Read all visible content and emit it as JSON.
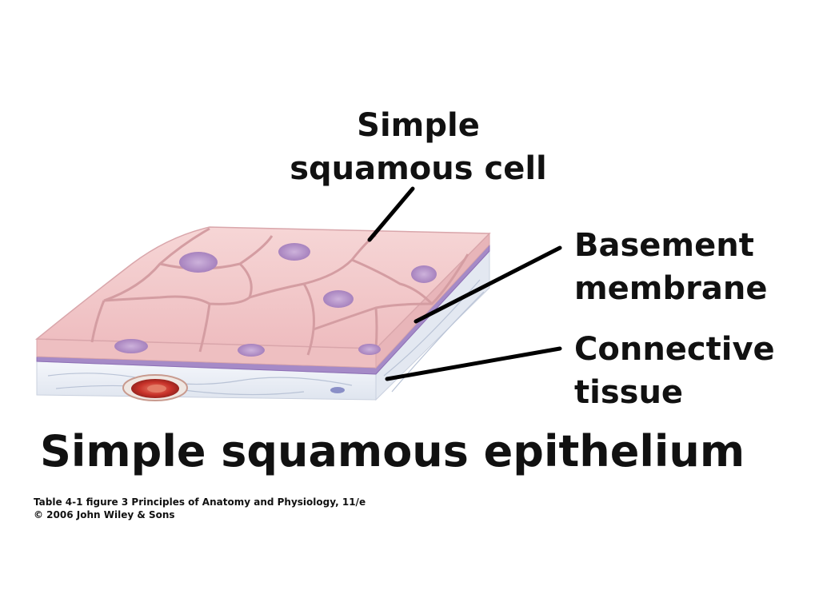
{
  "labels": {
    "cell": [
      "Simple",
      "squamous cell"
    ],
    "basement": [
      "Basement",
      "membrane"
    ],
    "connective": [
      "Connective",
      "tissue"
    ]
  },
  "title": "Simple squamous epithelium",
  "caption": {
    "line1": "Table 4-1 figure 3  Principles of Anatomy and Physiology, 11/e",
    "line2": "© 2006 John Wiley & Sons"
  },
  "colors": {
    "cell_fill": "#f2c9c9",
    "cell_border": "#d9a6ab",
    "nucleus": "#b98fc6",
    "basement": "#9a7fc0",
    "connective": "#e9edf5",
    "vessel": "#c8322a",
    "leader_line": "#000000"
  }
}
